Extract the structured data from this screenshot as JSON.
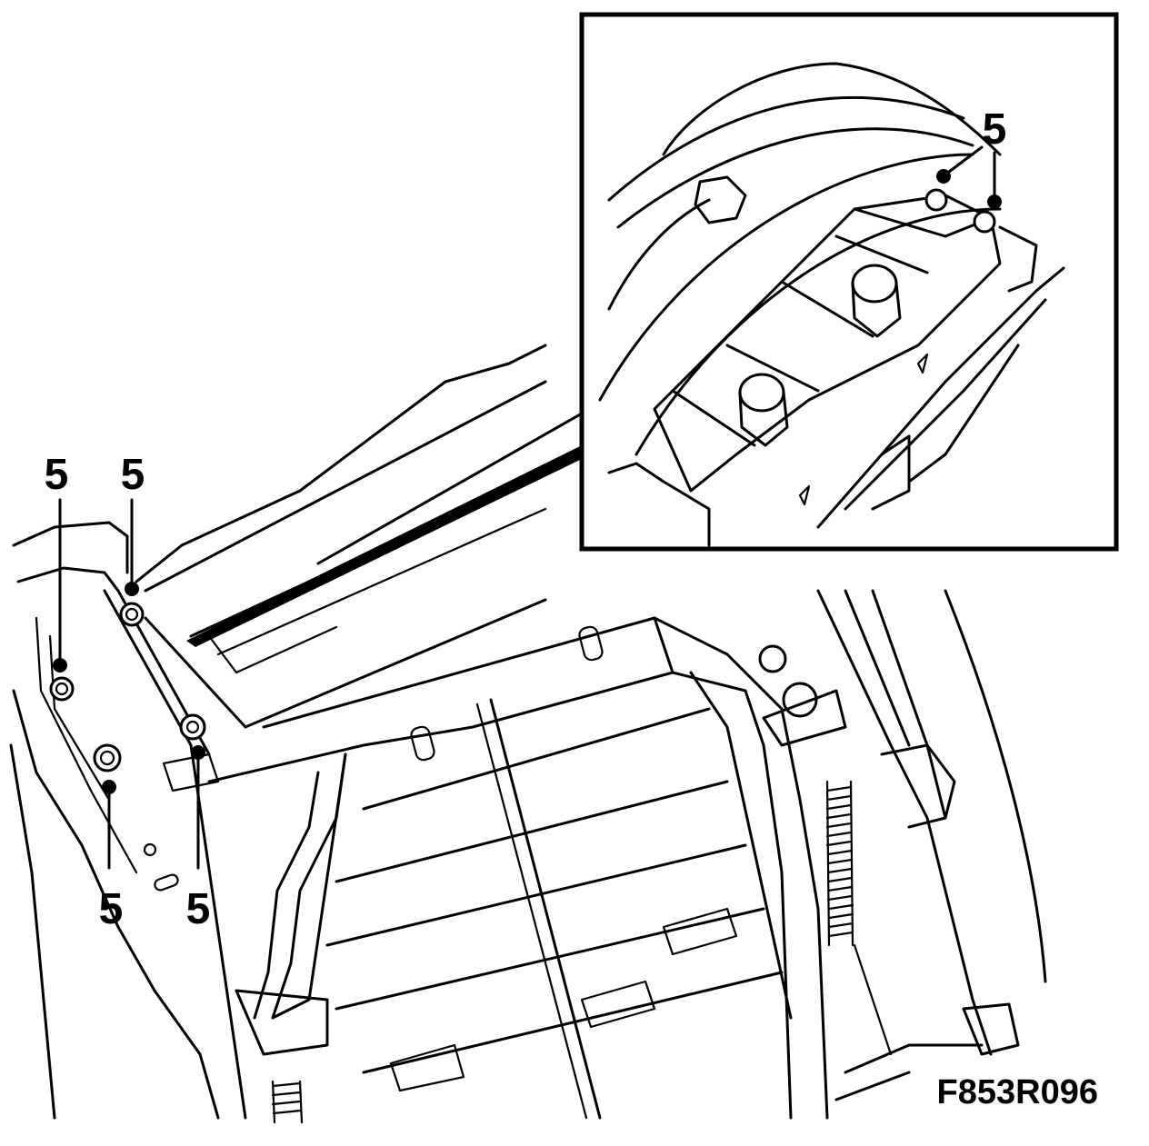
{
  "figure": {
    "id": "F853R096",
    "callout_label": "5"
  },
  "main_view": {
    "callouts": [
      {
        "label": "5"
      },
      {
        "label": "5"
      },
      {
        "label": "5"
      },
      {
        "label": "5"
      }
    ]
  },
  "detail_view": {
    "callouts": [
      {
        "label": "5"
      }
    ]
  },
  "colors": {
    "line": "#000000",
    "background": "#ffffff"
  }
}
